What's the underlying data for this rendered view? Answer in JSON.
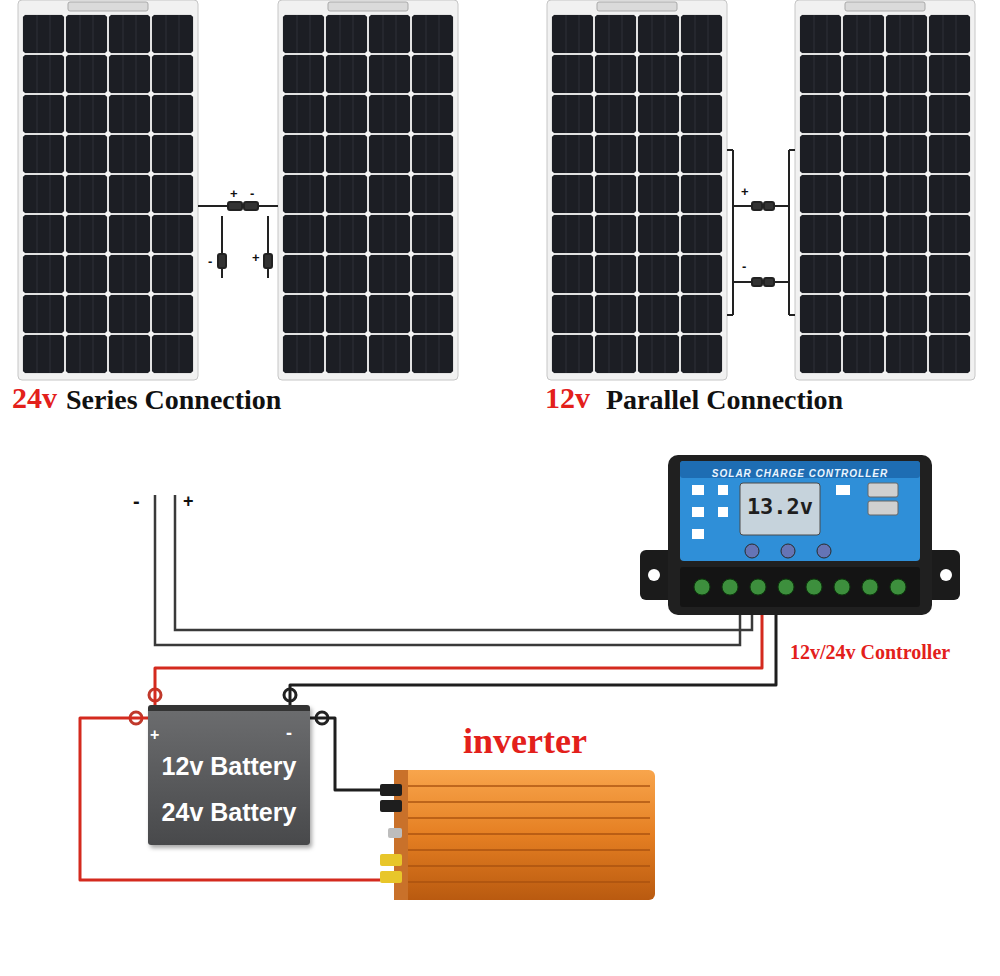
{
  "diagram": {
    "nodes": [
      {
        "text": [
          "SOLAR CHARGE CONTROLLER",
          "13.2v",
          "12v/24v Controller"
        ]
      },
      {
        "text": [
          "12v Battery",
          "24v Battery"
        ]
      },
      {
        "text": [
          "inverter"
        ]
      }
    ],
    "edges": [
      {
        "from": 0,
        "to": 1,
        "arrow": "none"
      },
      {
        "from": 0,
        "to": 1,
        "arrow": "none"
      },
      {
        "from": 1,
        "to": 2,
        "arrow": "none"
      },
      {
        "from": 1,
        "to": 2,
        "arrow": "none"
      }
    ],
    "labels": [
      "24v",
      "Series Connection",
      "12v",
      "Parallel Connection",
      "+",
      "-",
      "-",
      "+",
      "+",
      "-",
      "-",
      "+",
      "+",
      "-"
    ]
  }
}
